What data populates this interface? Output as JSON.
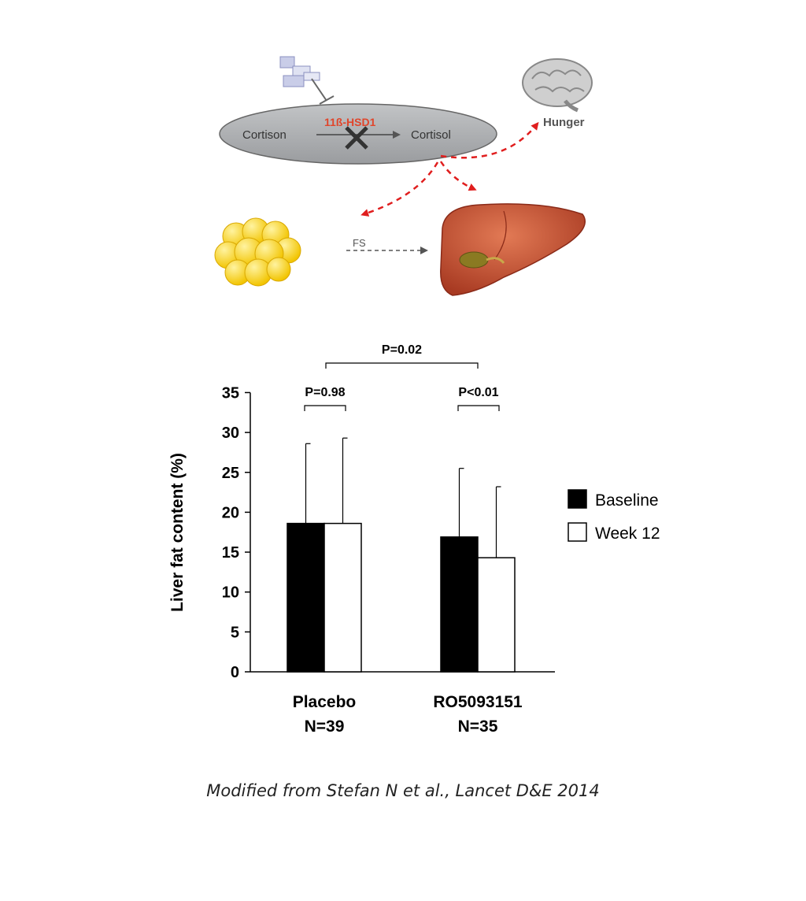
{
  "diagram": {
    "labels": {
      "enzyme": "11ß-HSD1",
      "substrate": "Cortison",
      "product": "Cortisol",
      "hunger": "Hunger",
      "fs": "FS"
    },
    "colors": {
      "ellipse": "#a9abae",
      "enzyme_text": "#e0452b",
      "arrow_red": "#e01e1e",
      "fat": "#f6d21a",
      "liver": "#c04a2e",
      "brain": "#c8c8c8"
    },
    "icons": [
      "inhibitor-drug-icon",
      "brain-icon",
      "fat-cells-icon",
      "liver-icon"
    ]
  },
  "chart_data": {
    "type": "bar",
    "categories": [
      "Placebo",
      "RO5093151"
    ],
    "category_sublabels": [
      "N=39",
      "N=35"
    ],
    "series": [
      {
        "name": "Baseline",
        "values": [
          18.6,
          16.9
        ],
        "error_upper": [
          28.6,
          25.5
        ],
        "color": "#000000"
      },
      {
        "name": "Week 12",
        "values": [
          18.6,
          14.3
        ],
        "error_upper": [
          29.3,
          23.2
        ],
        "color": "#ffffff"
      }
    ],
    "ylabel": "Liver fat content (%)",
    "ylim": [
      0,
      35
    ],
    "yticks": [
      0,
      5,
      10,
      15,
      20,
      25,
      30,
      35
    ],
    "legend_position": "right",
    "annotations": [
      {
        "text": "P=0.98",
        "type": "within-group",
        "group": 0
      },
      {
        "text": "P<0.01",
        "type": "within-group",
        "group": 1
      },
      {
        "text": "P=0.02",
        "type": "between-group"
      }
    ]
  },
  "caption": "Modified from Stefan N et al., Lancet D&E 2014"
}
